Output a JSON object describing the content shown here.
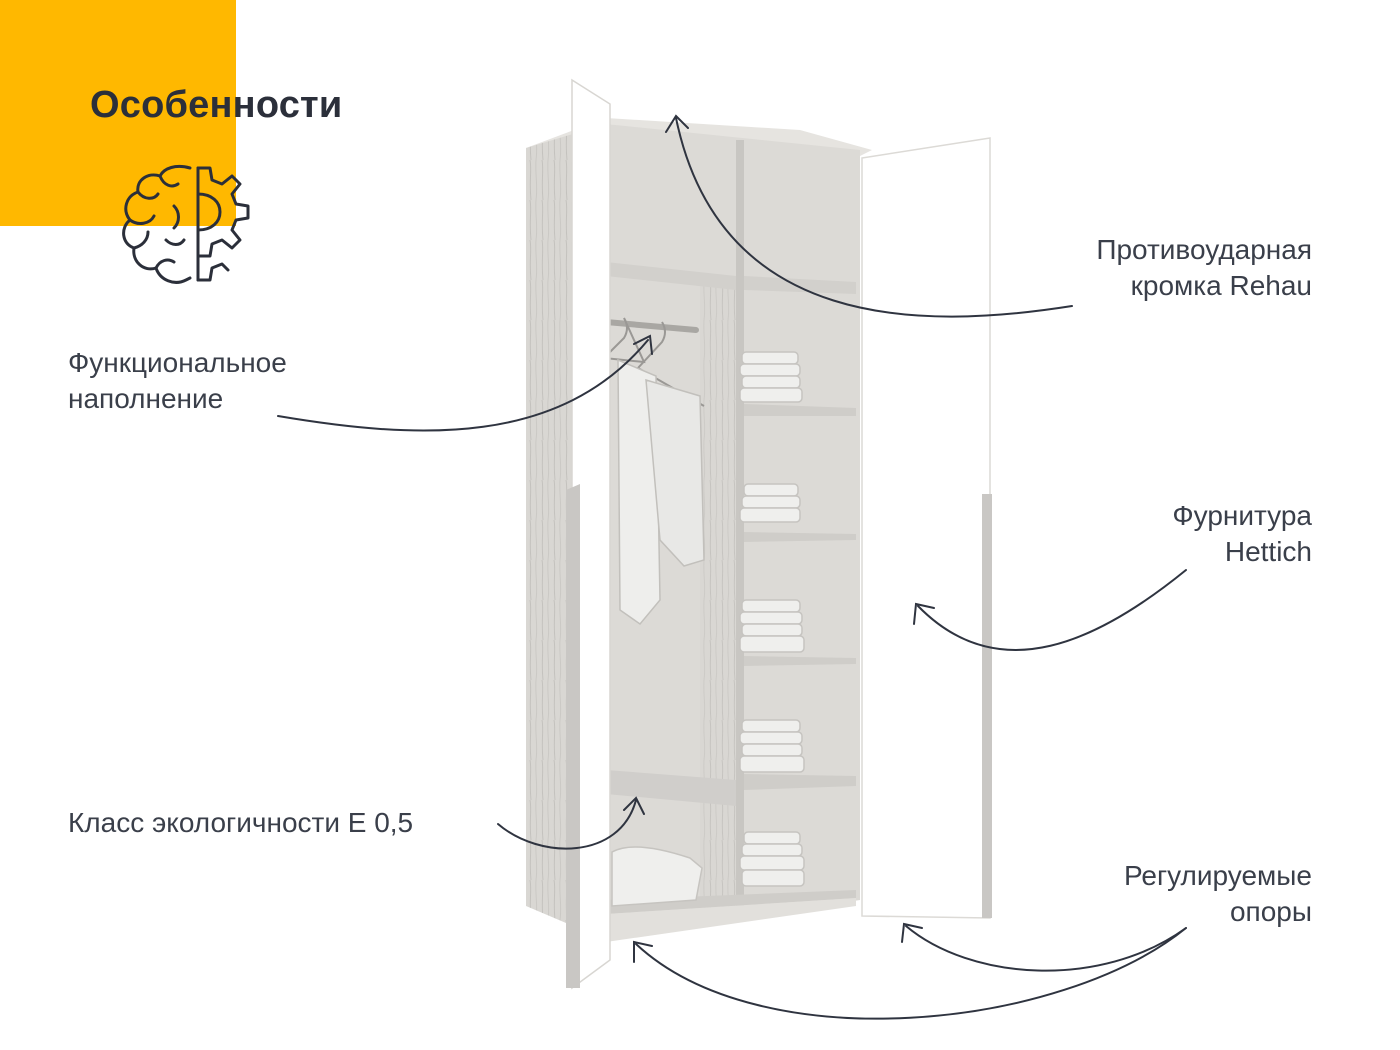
{
  "header": {
    "title": "Особенности",
    "accent_color": "#FFB800",
    "icon": "brain-gear-icon"
  },
  "callouts": {
    "impact_edge": {
      "line1": "Противоударная",
      "line2": "кромка Rehau"
    },
    "functional_filling": {
      "line1": "Функциональное",
      "line2": "наполнение"
    },
    "hardware": {
      "line1": "Фурнитура",
      "line2": "Hettich"
    },
    "eco_class": {
      "line1": "Класс экологичности Е 0,5"
    },
    "adjustable_feet": {
      "line1": "Регулируемые",
      "line2": "опоры"
    }
  },
  "colors": {
    "text": "#3a3f4a",
    "title": "#2b2f3a",
    "arrow": "#2f3440",
    "wood": "#d6d4d0",
    "door": "#ffffff"
  }
}
